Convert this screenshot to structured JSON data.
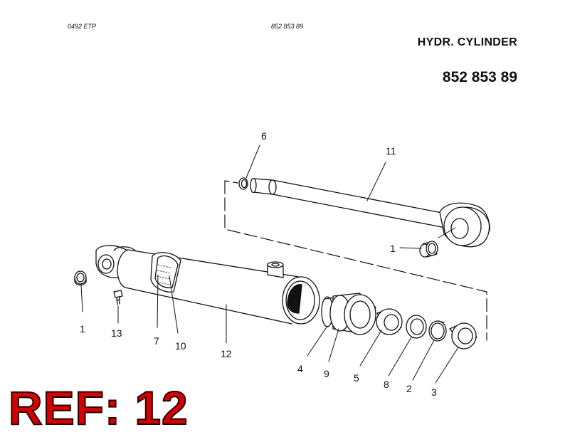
{
  "header": {
    "ref_code": "0492  ETP",
    "part_number_small": "852 853 89",
    "title": "HYDR. CYLINDER",
    "part_number": "852 853 89"
  },
  "callouts": {
    "c6": "6",
    "c11": "11",
    "c1_top": "1",
    "c1_left": "1",
    "c13": "13",
    "c7": "7",
    "c10": "10",
    "c12": "12",
    "c4": "4",
    "c9": "9",
    "c5": "5",
    "c8": "8",
    "c2": "2",
    "c3": "3"
  },
  "ref_banner": "REF: 12"
}
